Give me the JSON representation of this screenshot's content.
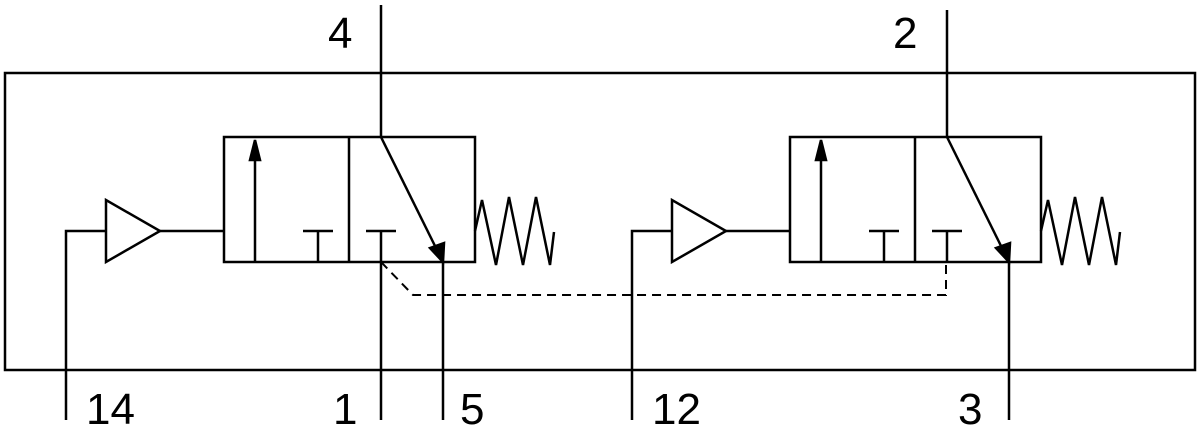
{
  "ports": {
    "p4": "4",
    "p2": "2",
    "p14": "14",
    "p1": "1",
    "p5": "5",
    "p12": "12",
    "p3": "3"
  },
  "colors": {
    "line": "#000000",
    "background": "#ffffff"
  }
}
